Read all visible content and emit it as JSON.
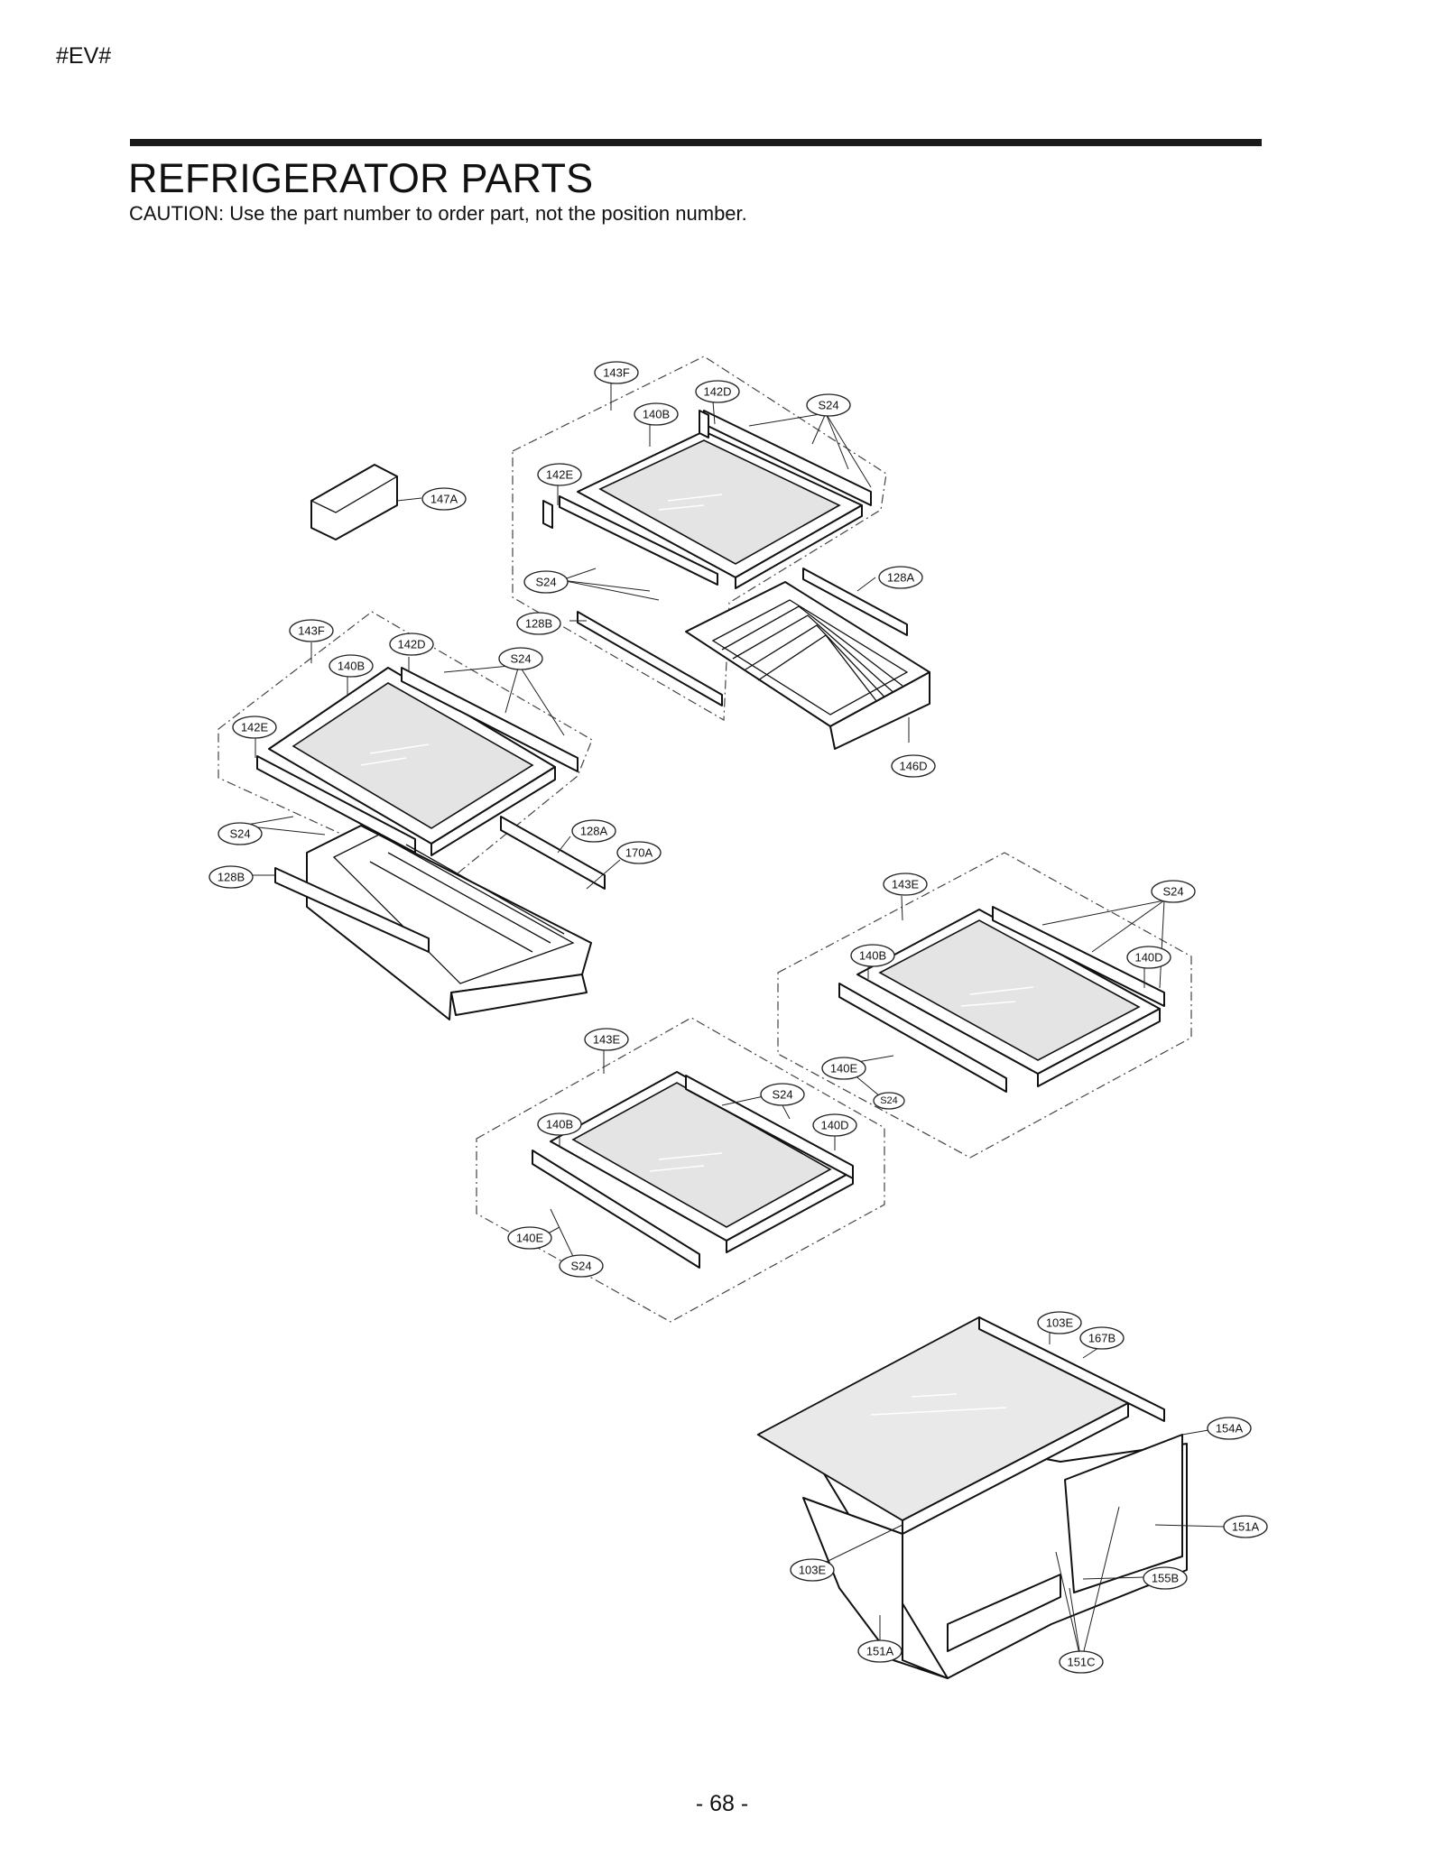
{
  "header": {
    "tag": "#EV#"
  },
  "title": "REFRIGERATOR PARTS",
  "caution": "CAUTION: Use the part number to order part, not the position number.",
  "page_number": "- 68 -",
  "labels": [
    "143F",
    "142D",
    "140B",
    "S24",
    "142E",
    "147A",
    "128A",
    "S24",
    "128B",
    "143F",
    "142D",
    "S24",
    "140B",
    "142E",
    "146D",
    "128A",
    "170A",
    "S24",
    "128B",
    "143E",
    "S24",
    "140B",
    "140D",
    "140E",
    "S24",
    "143E",
    "S24",
    "140B",
    "140D",
    "140E",
    "S24",
    "103E",
    "167B",
    "154A",
    "151A",
    "155B",
    "103E",
    "151A",
    "151C"
  ]
}
